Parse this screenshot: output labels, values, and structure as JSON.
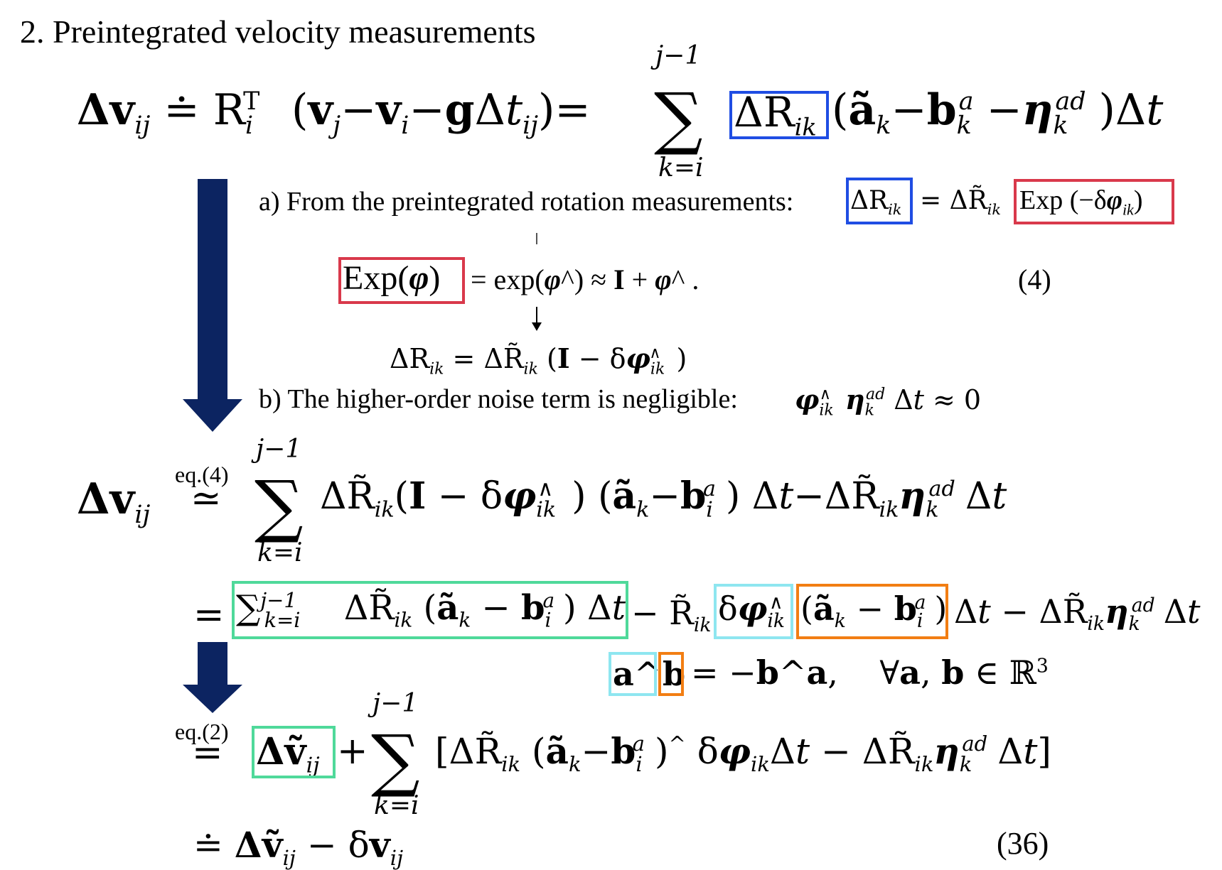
{
  "title": "2. Preintegrated velocity measurements",
  "colors": {
    "arrow": "#0c2461",
    "box_blue": "#1f4de3",
    "box_red": "#d9394b",
    "box_green": "#4fd99a",
    "box_cyan": "#8ee6f0",
    "box_orange": "#f27e13"
  },
  "eq_main": {
    "lhs": "Δv",
    "lhs_sub": "ij",
    "def": "≐",
    "rot": "R",
    "rot_sub": "i",
    "rot_sup": "T",
    "paren_content": "(v_j − v_i − gΔt_ij) =",
    "sum_upper": "j−1",
    "sum_lower": "k=i",
    "sigma": "∑",
    "boxed": "ΔR",
    "boxed_sub": "ik",
    "tail": "(ã_k − b^a_k − η^ad_k) Δt"
  },
  "note_a": {
    "text": "a) From the preintegrated rotation measurements:",
    "boxed_blue": "ΔR_ik",
    "mid": "= ΔR̃_ik",
    "boxed_red": "Exp (−δφ_ik)"
  },
  "eq4": {
    "boxed": "Exp(φ)",
    "rest": "= exp(φ^) ≈ I + φ^ .",
    "number": "(4)"
  },
  "eq_rik": "ΔR_ik = ΔR̃_ik (I − δφ^_ik)",
  "note_b": {
    "text": "b) The higher-order noise term is negligible:",
    "math": "φ^_ik η^ad_k Δt ≈ 0"
  },
  "eq_second": {
    "lhs": "Δv_ij",
    "rel_label": "eq.(4)",
    "rel": "≃",
    "sum_upper": "j−1",
    "sum_lower": "k=i",
    "body": "ΔR̃_ik(I − δφ^_ik) (ã_k − b^a_i) Δt − ΔR̃_ik η^ad_k Δt"
  },
  "eq_third": {
    "eq": "=",
    "boxed_green": "∑_{k=i}^{j−1} ΔR̃_ik (ã_k − b^a_i) Δt",
    "mid": "− R̃_ik",
    "boxed_cyan": "δφ^_ik",
    "boxed_orange": "(ã_k − b^a_i)",
    "tail": "Δt − ΔR̃_ik η^ad_k Δt"
  },
  "identity": {
    "boxed_cyan": "a^",
    "boxed_orange": "b",
    "rest": "= −b^a,    ∀a, b ∈ ℝ³"
  },
  "eq_fourth": {
    "rel_label": "eq.(2)",
    "rel": "=",
    "boxed_green": "Δṽ_ij",
    "plus": "+",
    "sum_upper": "j−1",
    "sum_lower": "k=i",
    "body": "[ΔR̃_ik (ã_k − b^a_i)^ δφ_ik Δt − ΔR̃_ik η^ad_k Δt]"
  },
  "eq_final": {
    "text": "≐ Δṽ_ij − δv_ij",
    "number": "(36)"
  }
}
